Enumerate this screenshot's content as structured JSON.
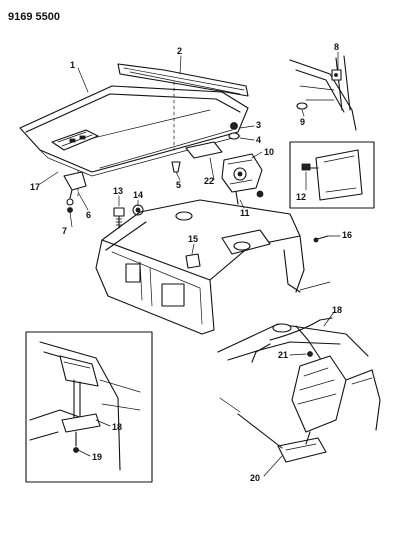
{
  "header": {
    "part_code": "9169 5500"
  },
  "callouts": [
    "1",
    "2",
    "3",
    "4",
    "5",
    "6",
    "7",
    "8",
    "9",
    "10",
    "11",
    "12",
    "13",
    "14",
    "15",
    "16",
    "17",
    "18",
    "19",
    "20",
    "21",
    "22"
  ],
  "insets": {
    "detail_18": "18",
    "detail_19": "19",
    "detail_21": "21",
    "detail_20": "20"
  }
}
